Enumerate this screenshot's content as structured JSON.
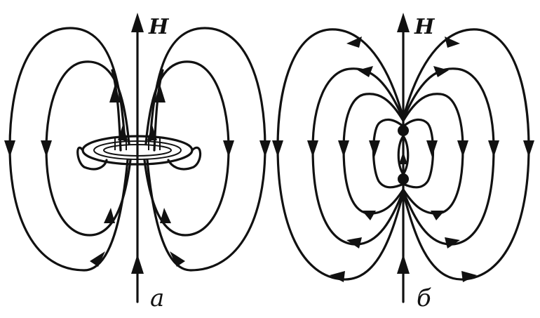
{
  "colors": {
    "ink": "#111111",
    "background": "#ffffff"
  },
  "panels": [
    {
      "id": "a",
      "field_label": "H",
      "panel_label": "a"
    },
    {
      "id": "b",
      "field_label": "H",
      "panel_label": "б"
    }
  ]
}
